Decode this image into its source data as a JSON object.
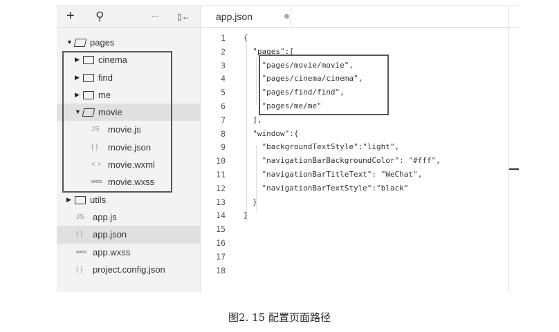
{
  "toolbar": {
    "add_icon": "+",
    "search_icon": "⚲",
    "more_icon": "···",
    "collapse_icon": "▯←"
  },
  "tree": [
    {
      "label": "pages",
      "type": "folder",
      "open": true,
      "depth": 0
    },
    {
      "label": "cinema",
      "type": "folder",
      "open": false,
      "depth": 1
    },
    {
      "label": "find",
      "type": "folder",
      "open": false,
      "depth": 1
    },
    {
      "label": "me",
      "type": "folder",
      "open": false,
      "depth": 1
    },
    {
      "label": "movie",
      "type": "folder",
      "open": true,
      "depth": 1,
      "selected": true
    },
    {
      "label": "movie.js",
      "type": "file",
      "icon": "JS",
      "depth": 2
    },
    {
      "label": "movie.json",
      "type": "file",
      "icon": "{ }",
      "depth": 2
    },
    {
      "label": "movie.wxml",
      "type": "file",
      "icon": "< >",
      "depth": 2
    },
    {
      "label": "movie.wxss",
      "type": "file",
      "icon": "wxss",
      "depth": 2
    },
    {
      "label": "utils",
      "type": "folder",
      "open": false,
      "depth": 0
    },
    {
      "label": "app.js",
      "type": "file",
      "icon": "JS",
      "depth": 0
    },
    {
      "label": "app.json",
      "type": "file",
      "icon": "{ }",
      "depth": 0,
      "selected": true
    },
    {
      "label": "app.wxss",
      "type": "file",
      "icon": "wxss",
      "depth": 0
    },
    {
      "label": "project.config.json",
      "type": "file",
      "icon": "{ }",
      "depth": 0
    }
  ],
  "editor": {
    "tab": "app.json",
    "lines": [
      "{",
      "  \"pages\":[",
      "    \"pages/movie/movie\",",
      "    \"pages/cinema/cinema\",",
      "    \"pages/find/find\",",
      "    \"pages/me/me\"",
      "  ],",
      "  \"window\":{",
      "    \"backgroundTextStyle\":\"light\",",
      "    \"navigationBarBackgroundColor\": \"#fff\",",
      "    \"navigationBarTitleText\": \"WeChat\",",
      "    \"navigationBarTextStyle\":\"black\"",
      "  }",
      "}",
      "",
      "",
      "",
      ""
    ]
  },
  "caption": "图2. 15  配置页面路径"
}
